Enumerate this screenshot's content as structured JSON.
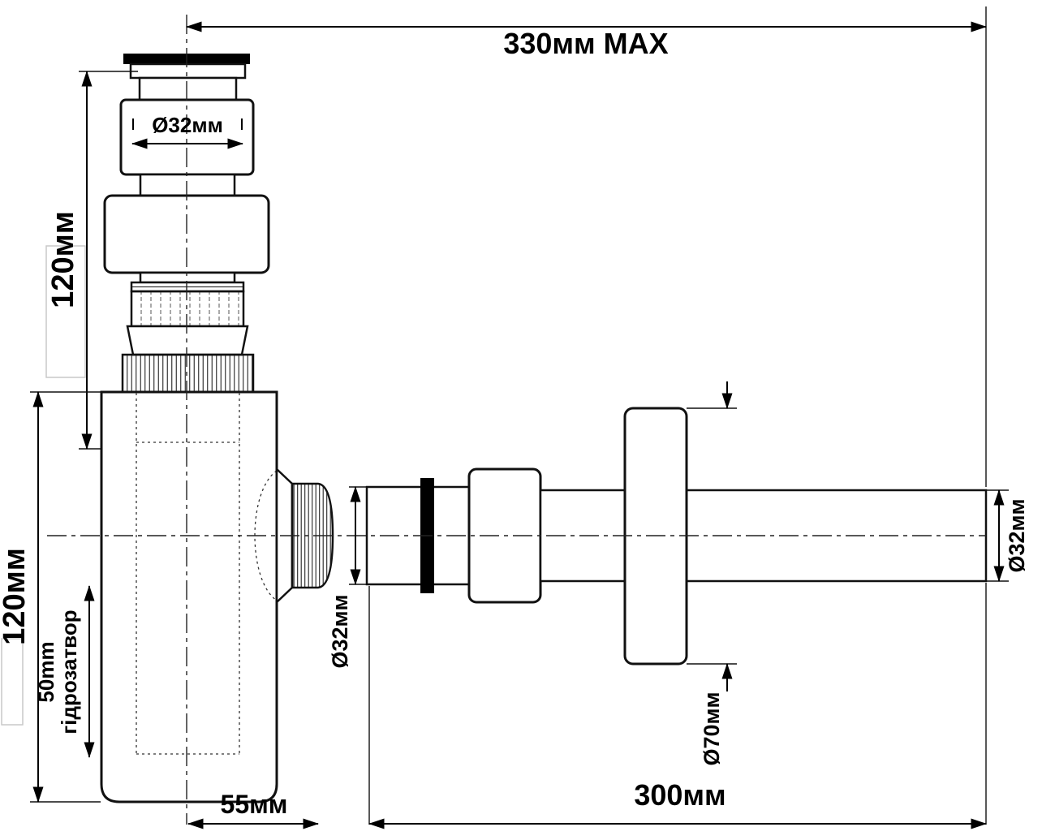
{
  "labels": {
    "max_width": "330мм MAX",
    "top_diameter": "Ø32мм",
    "upper_height": "120мм",
    "body_height": "120мм",
    "water_seal_line1": "50mm",
    "water_seal_line2": "гідрозатвор",
    "body_offset": "55мм",
    "inlet_diameter": "Ø32мм",
    "outlet_diameter": "Ø32мм",
    "flange_diameter": "Ø70мм",
    "pipe_length": "300мм"
  }
}
